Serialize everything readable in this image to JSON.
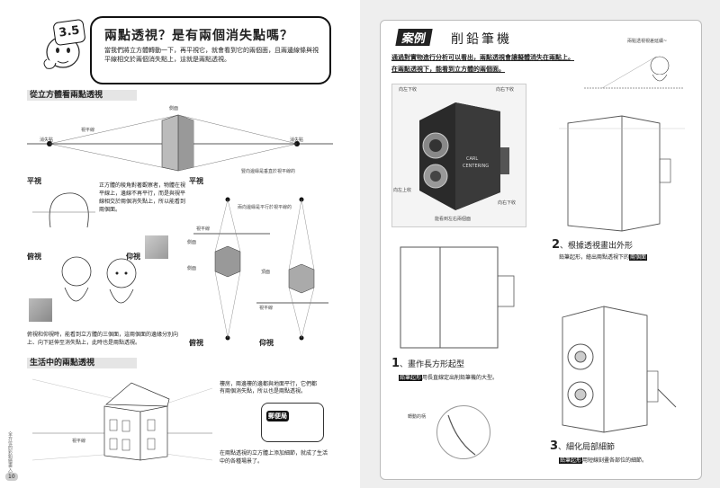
{
  "left": {
    "badge": "3.5",
    "title": "兩點透視？是有兩個消失點嗎？",
    "intro": "當我們將立方體轉動一下，再平視它，就會看到它的兩個面，且兩邊線條與視平線相交於兩個消失點上，這就是兩點透視。",
    "section1": "從立方體看兩點透視",
    "label_side": "側面",
    "label_horizon": "視平線",
    "label_vp_left": "消失點",
    "label_vp_right": "消失點",
    "note_vertical": "豎向邊緣是垂直於視平線的",
    "sub_pingshi_a": "平視",
    "text_pingshi": "正方體的稜角對著觀察者，物體在視平線上，邊線不再平行，而是與視平線相交於兩個消失點上，所以能看到兩個面。",
    "text_pingshi_em1": "兩個",
    "text_pingshi_em2": "消失點上，所以能看到兩個面",
    "sub_pingshi_b": "平視",
    "label_parallel": "兩向邊緣是平行於視平線的",
    "label_side2": "側面",
    "label_horizon2": "視平線",
    "label_top": "頂面",
    "label_side3": "側面",
    "label_horizon3": "視平線",
    "sub_fushi_a": "俯視",
    "sub_yangshi_a": "仰視",
    "sub_fushi_b": "俯視",
    "sub_yangshi_b": "仰視",
    "text_fuyang": "俯視和仰視時，能看到立方體的三個面，這兩個面的邊緣分別向上、向下延伸至消失點上，此時也是兩點透視。",
    "section2": "生活中的兩點透視",
    "label_horizon4": "視平線",
    "note_house": "樓房，兩邊樓的邊都與地面平行，它們都有兩個消失點，所以也是兩點透視。",
    "tag_mail": "郵便局",
    "note_life": "在兩點透視的立方體上添加細節，就成了生活中的各種場景了。",
    "page_no": "10",
    "side_text": "全方位的彩鉛繪畫入門"
  },
  "right": {
    "case_tag": "案例",
    "case_title": "削鉛筆機",
    "case_intro1": "通過對實物進行分析可以看出，兩點透視會讓擬體消失在兩點上。",
    "case_intro2": "在兩點透視下，能看到立方體的兩個面。",
    "photo_label1": "向左下收",
    "photo_label2": "向右下收",
    "photo_label3": "向左上收",
    "photo_label4": "向右下收",
    "photo_label5": "能看到左右兩個面",
    "photo_brand1": "CARL",
    "photo_brand2": "CENTERING",
    "bubble_text": "兩點透視視差延續~",
    "step1_num": "1",
    "step1_title": "、畫作長方形起型",
    "step1_lead": "鉛筆起形",
    "step1_text": "用長直線定出削鉛筆機的大型。",
    "step2_num": "2",
    "step2_title": "、根據透視畫出外形",
    "step2_text": "鉛筆起形，繪出兩點透視下的",
    "step2_em": "兩個面",
    "step3_num": "3",
    "step3_title": "、細化局部細節",
    "step3_lead": "鉛筆起形",
    "step3_text": "用短線刻畫各部位的細節。",
    "label_pencil": "轉動的柄"
  }
}
